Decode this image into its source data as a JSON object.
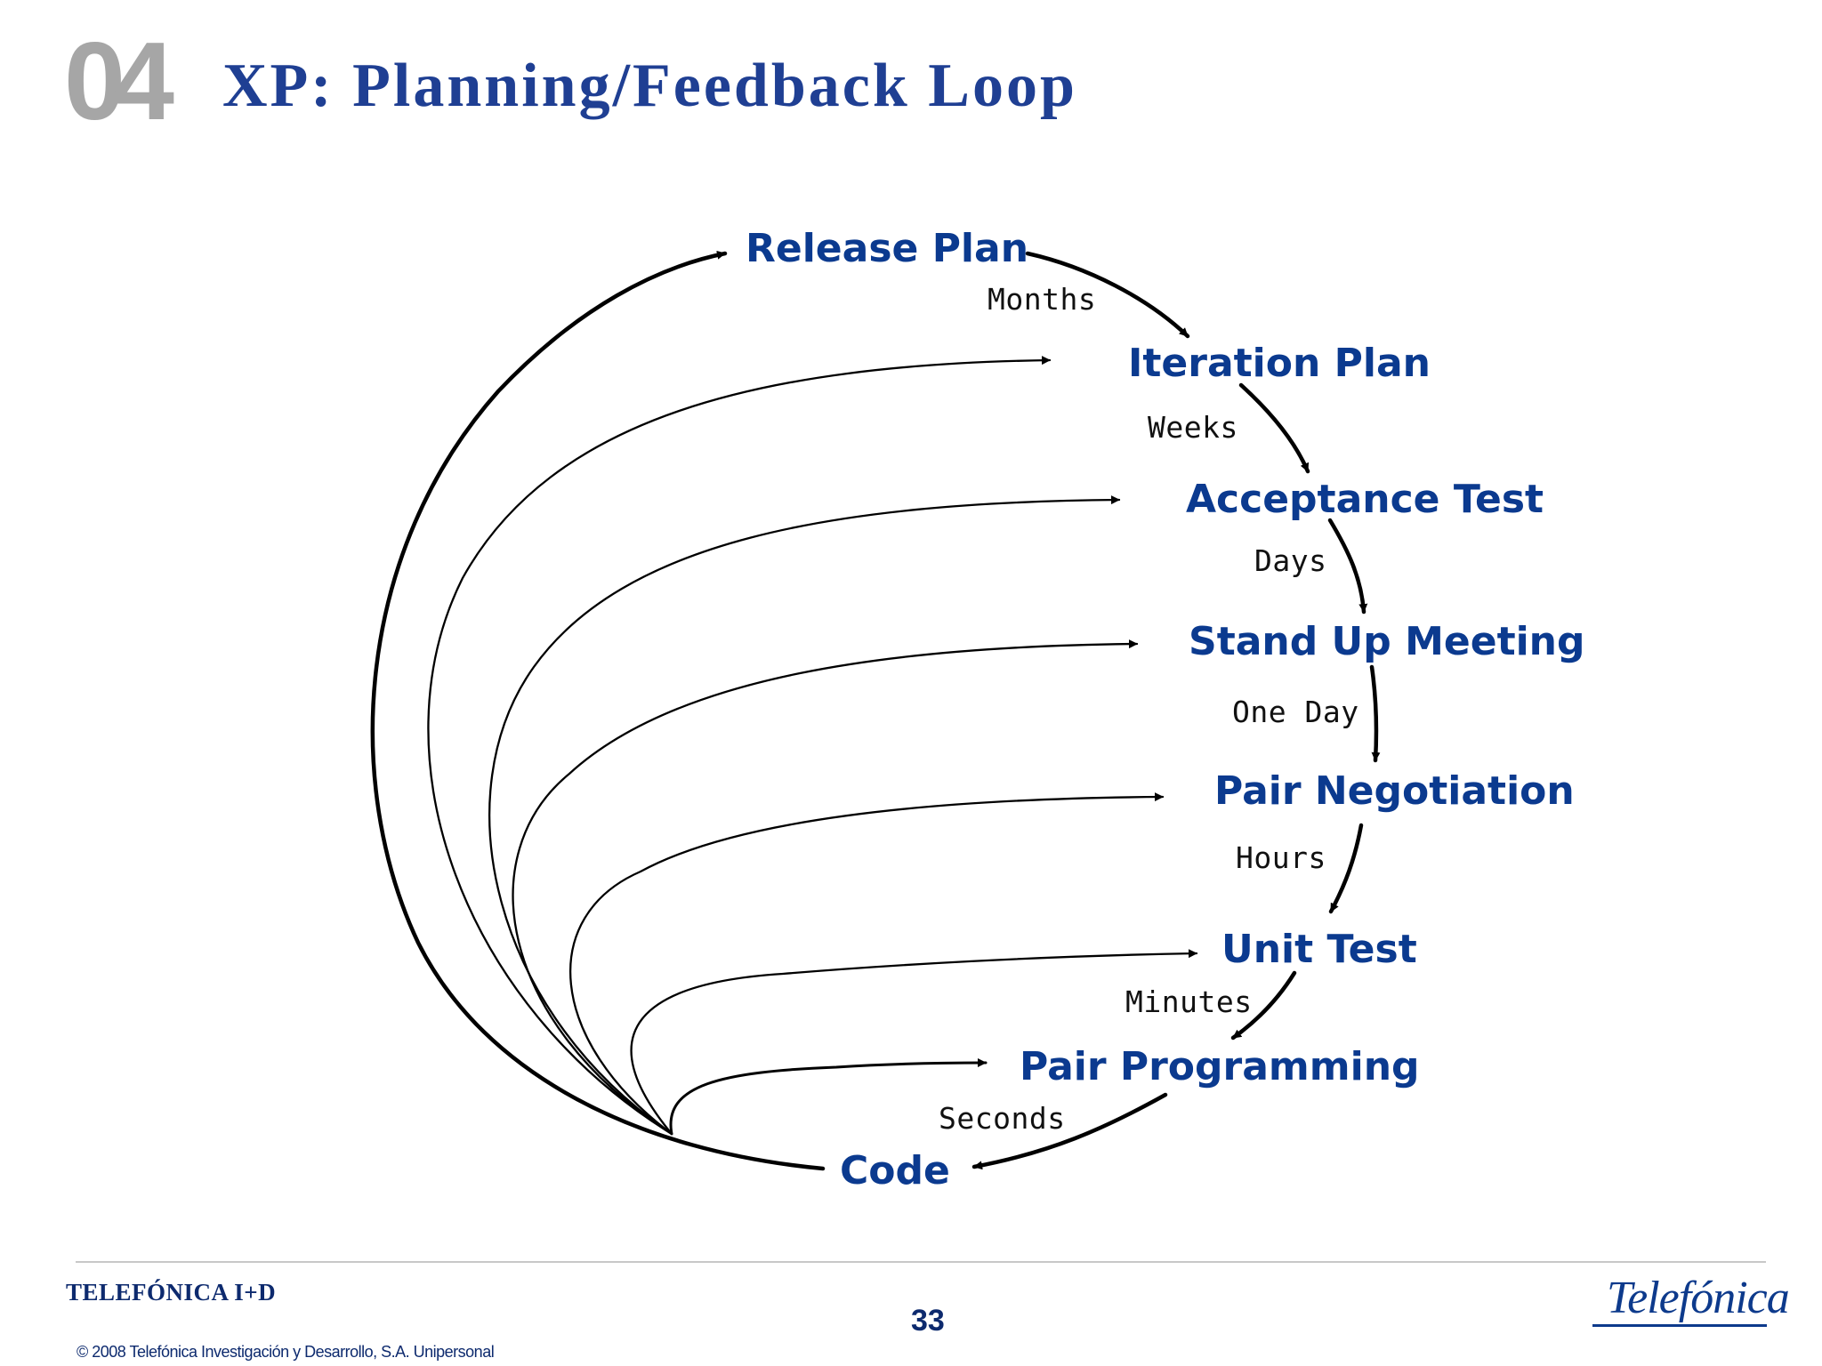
{
  "slide": {
    "section_number": "04",
    "title": "XP: Planning/Feedback Loop"
  },
  "diagram": {
    "nodes": [
      "Release Plan",
      "Iteration Plan",
      "Acceptance Test",
      "Stand Up Meeting",
      "Pair Negotiation",
      "Unit Test",
      "Pair Programming",
      "Code"
    ],
    "durations": [
      "Months",
      "Weeks",
      "Days",
      "One Day",
      "Hours",
      "Minutes",
      "Seconds"
    ]
  },
  "footer": {
    "company": "TELEFÓNICA I+D",
    "page_number": "33",
    "copyright": "© 2008 Telefónica Investigación y Desarrollo, S.A. Unipersonal",
    "logo_text": "Telefónica"
  }
}
